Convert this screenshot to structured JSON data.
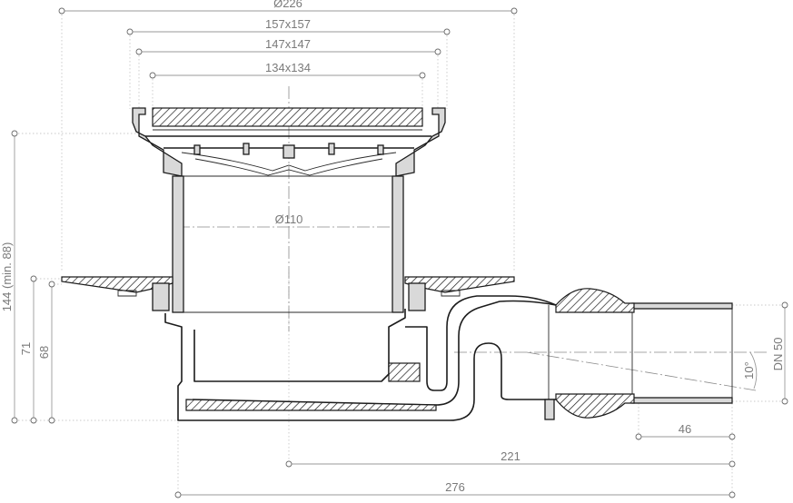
{
  "dimensions": {
    "d226": "Ø226",
    "sq157": "157x157",
    "sq147": "147x147",
    "sq134": "134x134",
    "d110": "Ø110",
    "height144": "144 (min. 88)",
    "height71": "71",
    "height68": "68",
    "pipe_dn": "DN 50",
    "angle": "10°",
    "len46": "46",
    "len221": "221",
    "len276": "276"
  }
}
